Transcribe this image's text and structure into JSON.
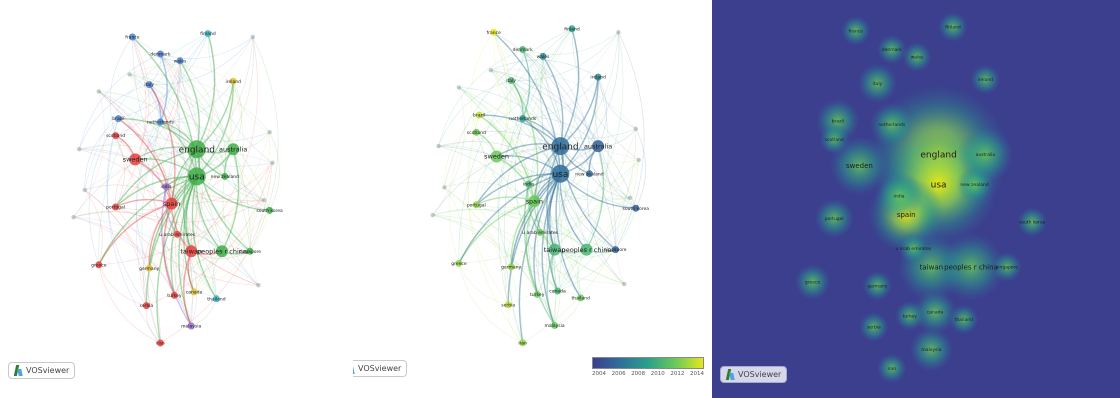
{
  "panels": [
    {
      "title": "",
      "logo": "VOSviewer"
    },
    {
      "title": "",
      "logo": "VOSviewer"
    },
    {
      "title": "",
      "logo": "VOSviewer"
    }
  ],
  "legend": {
    "ticks": [
      "2004",
      "2006",
      "2008",
      "2010",
      "2012",
      "2014"
    ]
  },
  "colors": {
    "cluster_red": "#e8413e",
    "cluster_green": "#3fae49",
    "cluster_blue": "#4a7fd0",
    "cluster_yellow": "#e0c23a",
    "cluster_purple": "#9b6bd6",
    "cluster_cyan": "#38b6c8",
    "density_bg": "#3b3f8e",
    "density_peak": "#f4f10a"
  },
  "network1": {
    "nodes": [
      {
        "label": "usa",
        "c": "green",
        "s": 3
      },
      {
        "label": "england",
        "c": "green",
        "s": 3
      },
      {
        "label": "australia",
        "c": "green",
        "s": 2
      },
      {
        "label": "spain",
        "c": "red",
        "s": 2
      },
      {
        "label": "sweden",
        "c": "red",
        "s": 2
      },
      {
        "label": "taiwan",
        "c": "red",
        "s": 2
      },
      {
        "label": "peoples r china",
        "c": "green",
        "s": 2
      },
      {
        "label": "netherlands",
        "c": "blue",
        "s": 1
      },
      {
        "label": "brazil",
        "c": "blue",
        "s": 1
      },
      {
        "label": "portugal",
        "c": "red",
        "s": 1
      },
      {
        "label": "india",
        "c": "purple",
        "s": 1
      },
      {
        "label": "malaysia",
        "c": "purple",
        "s": 1
      },
      {
        "label": "canada",
        "c": "yellow",
        "s": 1
      },
      {
        "label": "finland",
        "c": "cyan",
        "s": 1
      },
      {
        "label": "new zealand",
        "c": "green",
        "s": 1
      },
      {
        "label": "singapore",
        "c": "green",
        "s": 1
      },
      {
        "label": "thailand",
        "c": "cyan",
        "s": 1
      },
      {
        "label": "germany",
        "c": "yellow",
        "s": 1
      },
      {
        "label": "greece",
        "c": "red",
        "s": 1
      },
      {
        "label": "france",
        "c": "blue",
        "s": 1
      },
      {
        "label": "italy",
        "c": "blue",
        "s": 1
      },
      {
        "label": "turkey",
        "c": "red",
        "s": 1
      },
      {
        "label": "ireland",
        "c": "yellow",
        "s": 1
      },
      {
        "label": "serbia",
        "c": "red",
        "s": 1
      },
      {
        "label": "scotland",
        "c": "red",
        "s": 1
      },
      {
        "label": "denmark",
        "c": "blue",
        "s": 1
      },
      {
        "label": "u arab emirates",
        "c": "red",
        "s": 1
      },
      {
        "label": "south korea",
        "c": "green",
        "s": 1
      },
      {
        "label": "iran",
        "c": "red",
        "s": 1
      },
      {
        "label": "wales",
        "c": "blue",
        "s": 1
      }
    ]
  },
  "network2": {
    "nodes": [
      {
        "label": "usa",
        "t": 2007,
        "s": 3
      },
      {
        "label": "england",
        "t": 2007,
        "s": 3
      },
      {
        "label": "australia",
        "t": 2006,
        "s": 2
      },
      {
        "label": "spain",
        "t": 2011,
        "s": 2
      },
      {
        "label": "sweden",
        "t": 2011,
        "s": 2
      },
      {
        "label": "taiwan",
        "t": 2010,
        "s": 2
      },
      {
        "label": "peoples r china",
        "t": 2010,
        "s": 2
      },
      {
        "label": "netherlands",
        "t": 2009,
        "s": 1
      },
      {
        "label": "brazil",
        "t": 2013,
        "s": 1
      },
      {
        "label": "portugal",
        "t": 2012,
        "s": 1
      },
      {
        "label": "india",
        "t": 2010,
        "s": 1
      },
      {
        "label": "malaysia",
        "t": 2011,
        "s": 1
      },
      {
        "label": "canada",
        "t": 2010,
        "s": 1
      },
      {
        "label": "finland",
        "t": 2009,
        "s": 1
      },
      {
        "label": "new zealand",
        "t": 2007,
        "s": 1
      },
      {
        "label": "singapore",
        "t": 2006,
        "s": 1
      },
      {
        "label": "thailand",
        "t": 2011,
        "s": 1
      },
      {
        "label": "germany",
        "t": 2012,
        "s": 1
      },
      {
        "label": "greece",
        "t": 2012,
        "s": 1
      },
      {
        "label": "france",
        "t": 2014,
        "s": 1
      },
      {
        "label": "italy",
        "t": 2010,
        "s": 1
      },
      {
        "label": "turkey",
        "t": 2011,
        "s": 1
      },
      {
        "label": "ireland",
        "t": 2008,
        "s": 1
      },
      {
        "label": "serbia",
        "t": 2013,
        "s": 1
      },
      {
        "label": "scotland",
        "t": 2011,
        "s": 1
      },
      {
        "label": "denmark",
        "t": 2010,
        "s": 1
      },
      {
        "label": "u arab emirates",
        "t": 2011,
        "s": 1
      },
      {
        "label": "south korea",
        "t": 2006,
        "s": 1
      },
      {
        "label": "iran",
        "t": 2012,
        "s": 1
      },
      {
        "label": "wales",
        "t": 2008,
        "s": 1
      }
    ]
  },
  "density": {
    "labels": [
      "england",
      "usa",
      "spain",
      "taiwan",
      "peoples r china",
      "sweden",
      "australia",
      "netherlands",
      "new zealand",
      "india",
      "portugal",
      "brazil",
      "malaysia",
      "canada",
      "thailand",
      "turkey",
      "greece",
      "germany",
      "italy",
      "france",
      "denmark",
      "finland",
      "singapore",
      "south korea",
      "u arab emirates",
      "scotland",
      "serbia",
      "iran",
      "ireland",
      "wales"
    ]
  }
}
